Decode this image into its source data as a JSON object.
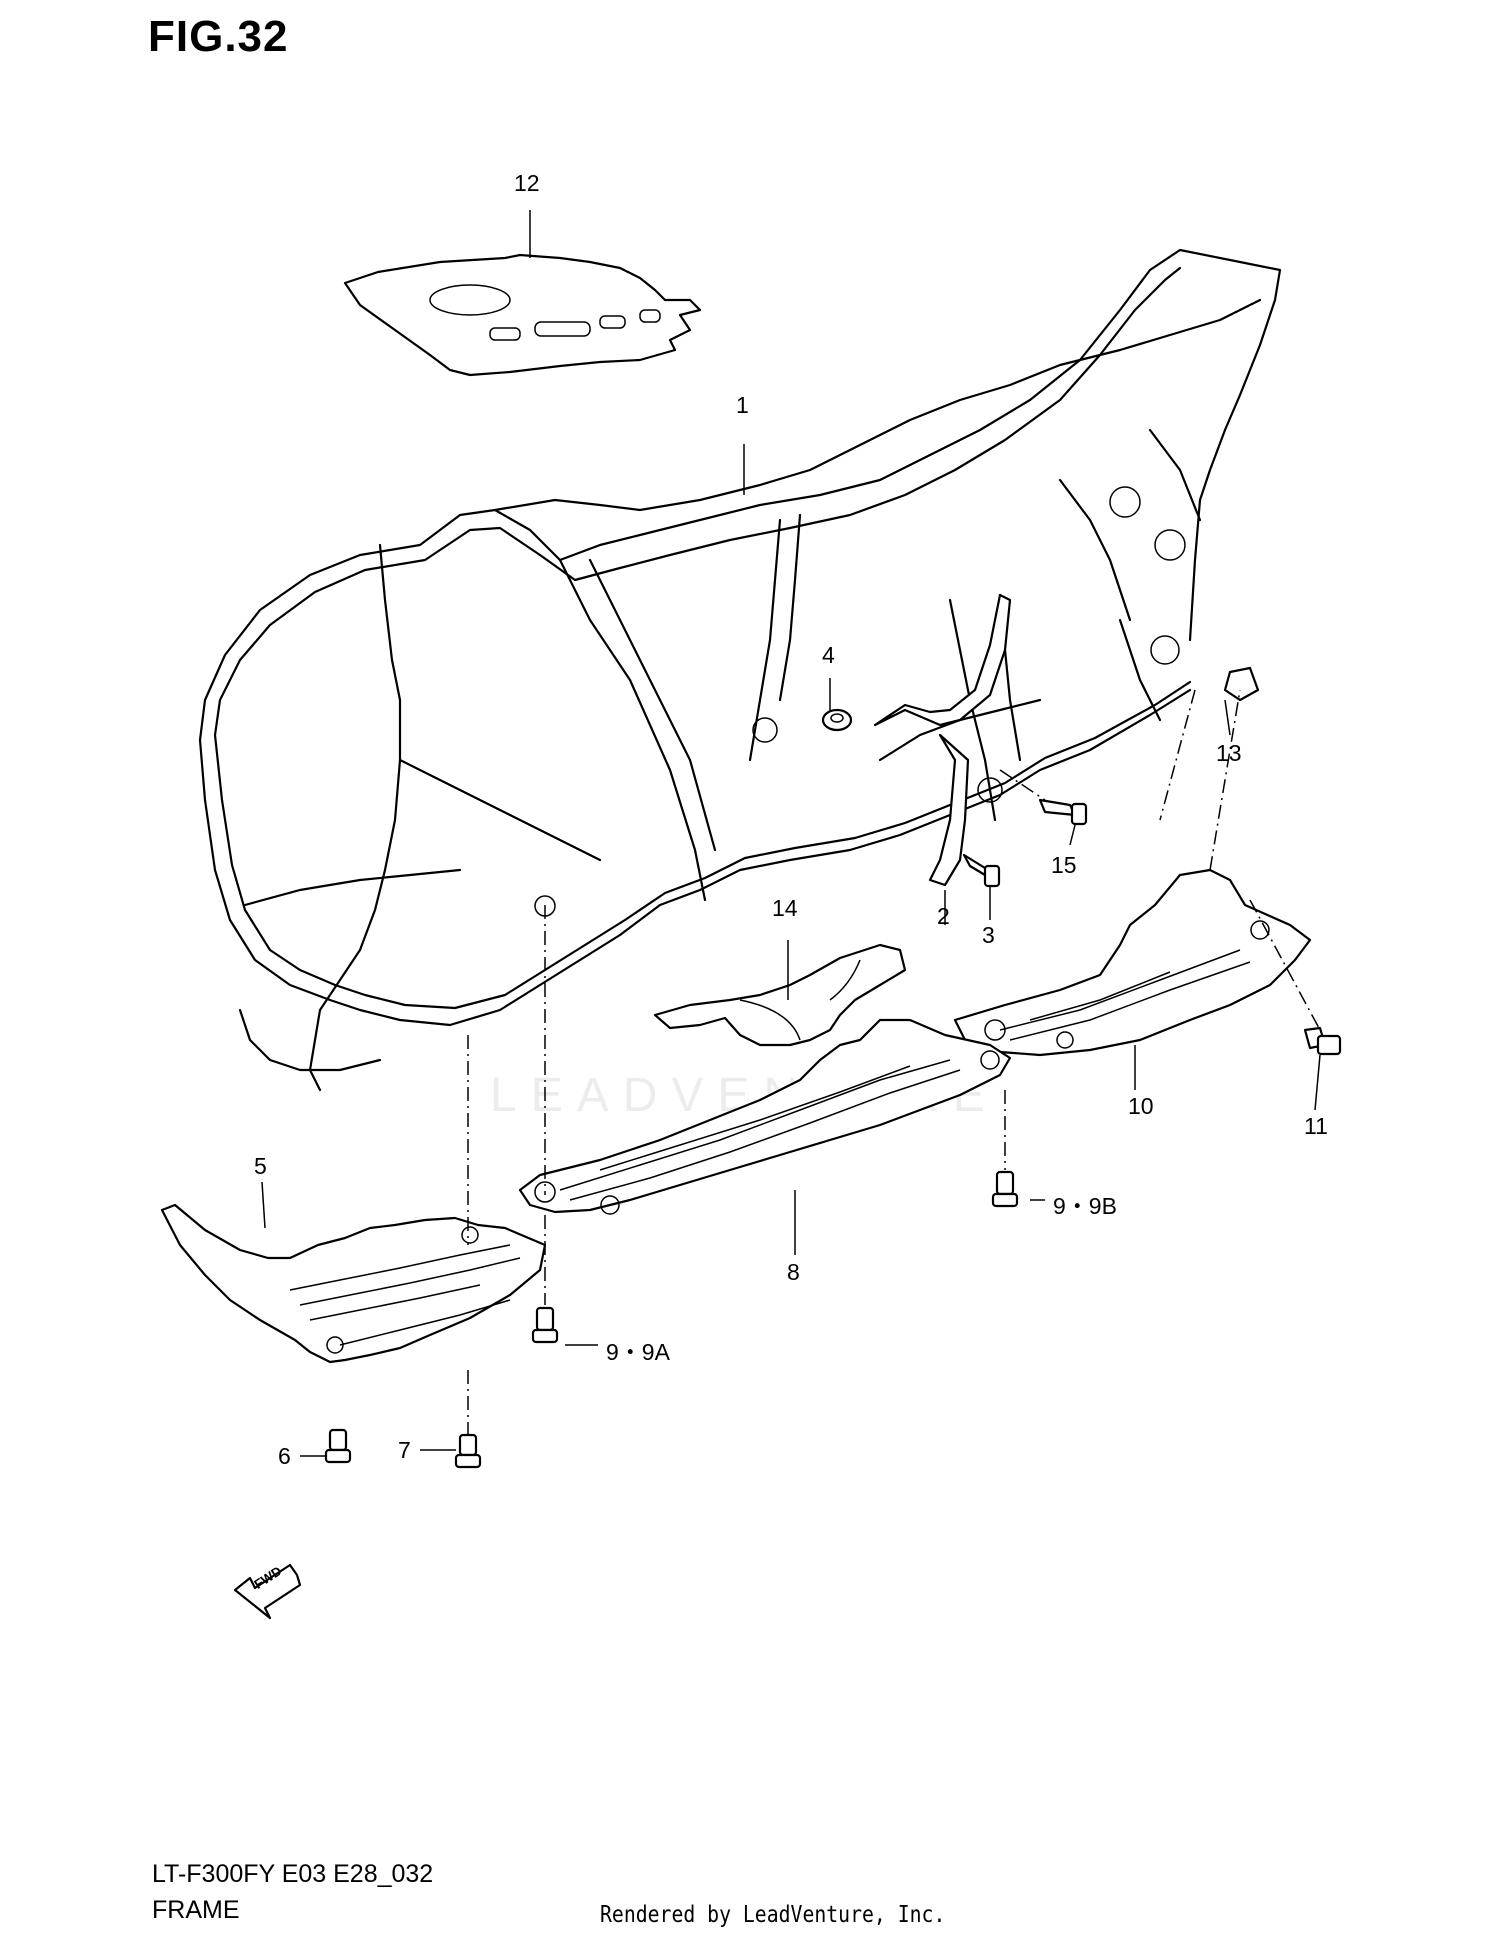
{
  "figure": {
    "title": "FIG.32"
  },
  "callouts": [
    {
      "id": "c1",
      "label": "1"
    },
    {
      "id": "c2",
      "label": "2"
    },
    {
      "id": "c3",
      "label": "3"
    },
    {
      "id": "c4",
      "label": "4"
    },
    {
      "id": "c5",
      "label": "5"
    },
    {
      "id": "c6",
      "label": "6"
    },
    {
      "id": "c7",
      "label": "7"
    },
    {
      "id": "c8",
      "label": "8"
    },
    {
      "id": "c9a",
      "label": "9・9A"
    },
    {
      "id": "c9b",
      "label": "9・9B"
    },
    {
      "id": "c10",
      "label": "10"
    },
    {
      "id": "c11",
      "label": "11"
    },
    {
      "id": "c12",
      "label": "12"
    },
    {
      "id": "c13",
      "label": "13"
    },
    {
      "id": "c14",
      "label": "14"
    },
    {
      "id": "c15",
      "label": "15"
    }
  ],
  "fwd_arrow": {
    "label": "FWD",
    "icon": "fwd-arrow-icon"
  },
  "footer": {
    "model_code": "LT-F300FY E03 E28_032",
    "section_name": "FRAME",
    "credit": "Rendered by LeadVenture, Inc."
  },
  "watermark": {
    "text": "LEADVENTURE"
  }
}
